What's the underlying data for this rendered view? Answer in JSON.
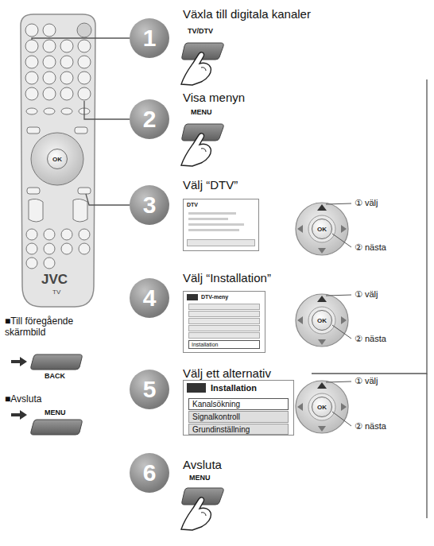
{
  "diagram": {
    "nodes": [
      {
        "text": [
          "1"
        ]
      },
      {
        "text": [
          "2"
        ]
      },
      {
        "text": [
          "3"
        ]
      },
      {
        "text": [
          "4"
        ]
      },
      {
        "text": [
          "5"
        ]
      },
      {
        "text": [
          "6"
        ]
      },
      {
        "text": [
          "DTV"
        ]
      },
      {
        "text": [
          "DTV-meny"
        ]
      },
      {
        "text": [
          "Installation"
        ],
        "in": 7
      },
      {
        "text": [
          "Installation"
        ]
      },
      {
        "text": [
          "Kanalsökning"
        ],
        "in": 9
      },
      {
        "text": [
          "Signalkontroll"
        ],
        "in": 9
      },
      {
        "text": [
          "Grundinställning"
        ],
        "in": 9
      },
      {
        "text": [
          "OK"
        ]
      },
      {
        "text": [
          "OK"
        ]
      },
      {
        "text": [
          "OK"
        ]
      },
      {
        "text": [
          "OK"
        ]
      }
    ],
    "labels": [
      "Växla till digitala kanaler",
      "TV/DTV",
      "Visa menyn",
      "MENU",
      "Välj “DTV”",
      "① välj",
      "② nästa",
      "Välj “Installation”",
      "① välj",
      "② nästa",
      "Välj ett alternativ",
      "① välj",
      "② nästa",
      "Avsluta",
      "MENU",
      "■Till föregående skärmbild",
      "BACK",
      "■Avsluta",
      "MENU",
      "JVC",
      "TV"
    ]
  }
}
